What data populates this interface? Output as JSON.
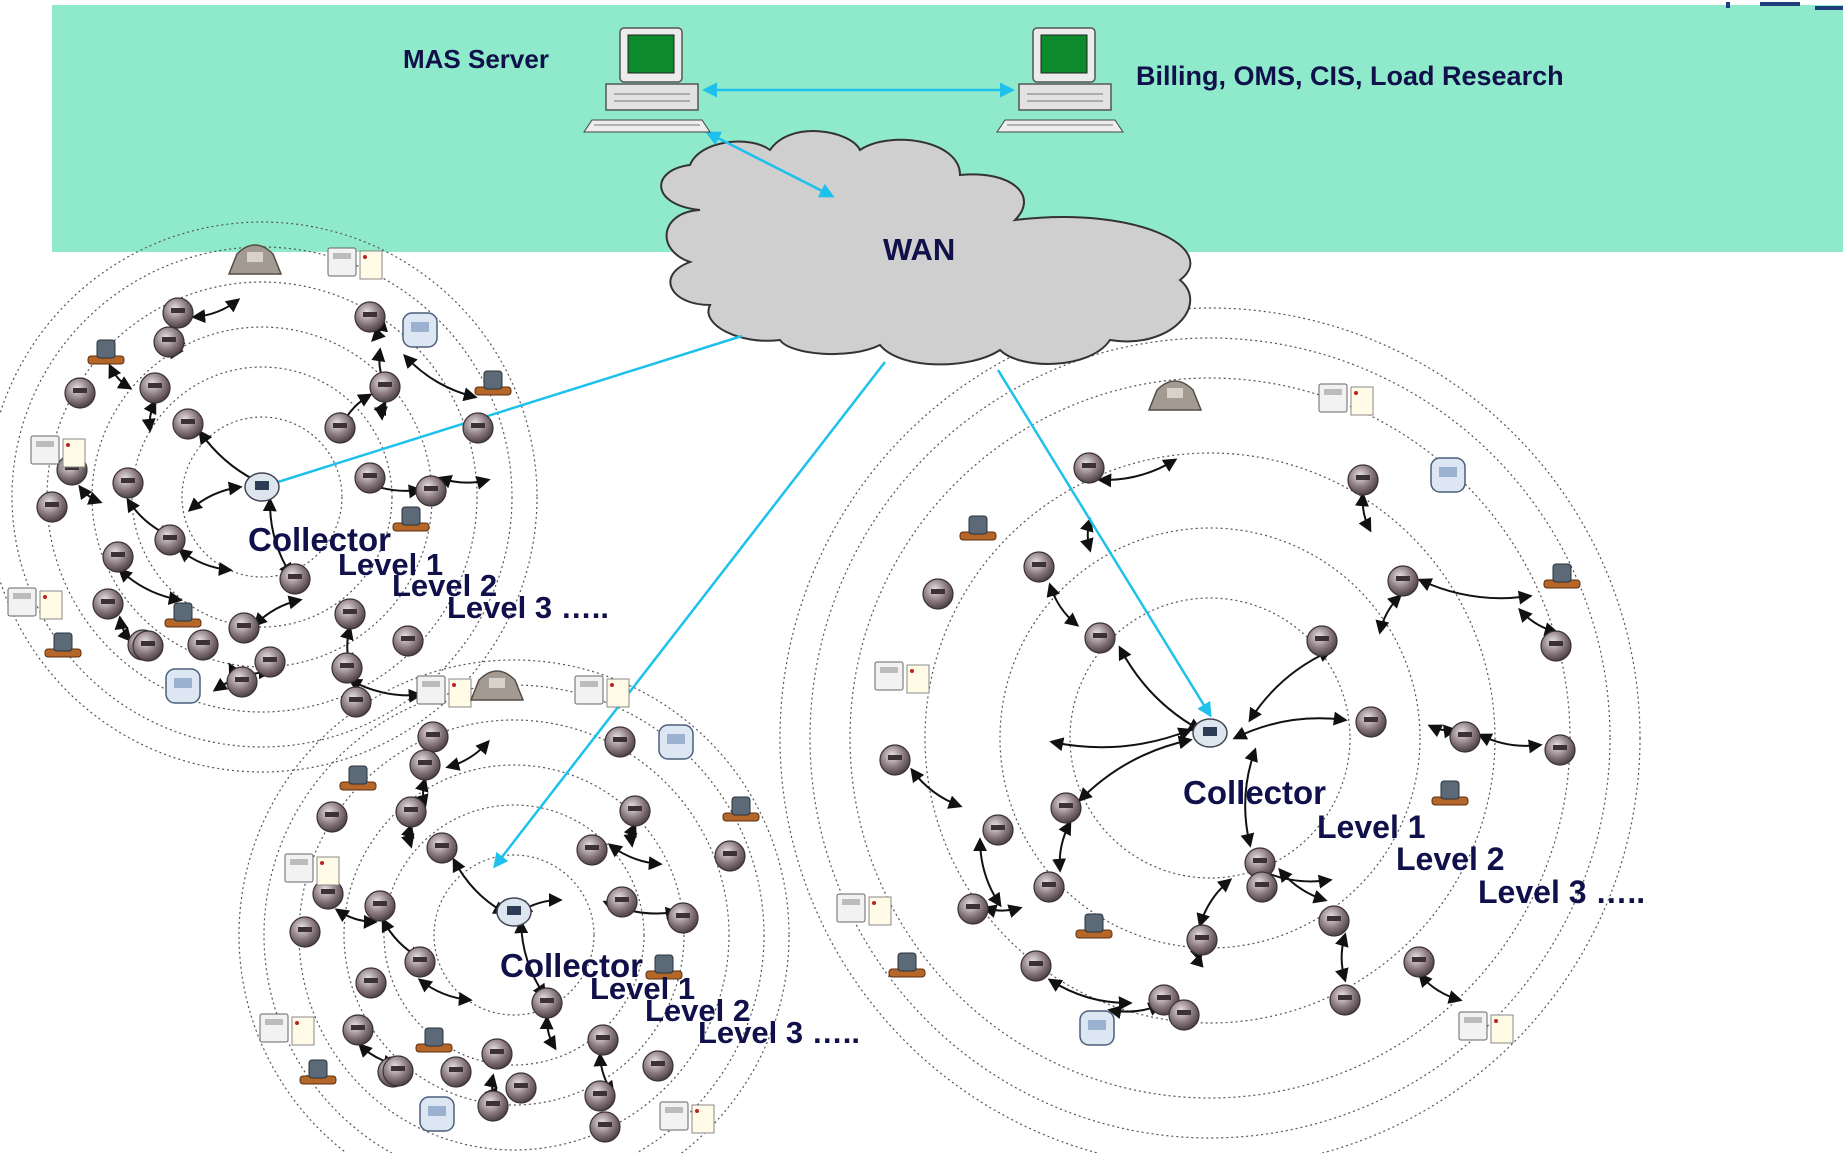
{
  "colors": {
    "band": "#8eeacb",
    "cloud_fill": "#cfcfcf",
    "cloud_stroke": "#333333",
    "wan_link": "#1ec0ec",
    "label": "#10104a",
    "meter": "#8a7a80",
    "ring": "#555555"
  },
  "backbone": {
    "mas_server_label": "MAS Server",
    "billing_label": "Billing, OMS, CIS, Load Research",
    "wan_label": "WAN"
  },
  "mesh_labels": {
    "collector": "Collector",
    "level1": "Level 1",
    "level2": "Level 2",
    "level3": "Level 3 ….."
  },
  "icons": {
    "server": "desktop-computer-icon",
    "meter": "electric-meter-icon",
    "collector": "collector-meter-icon",
    "gas_meter": "gas-meter-icon",
    "water_meter": "water-meter-icon",
    "display": "in-home-display-icon",
    "load_device": "load-control-device-icon"
  }
}
